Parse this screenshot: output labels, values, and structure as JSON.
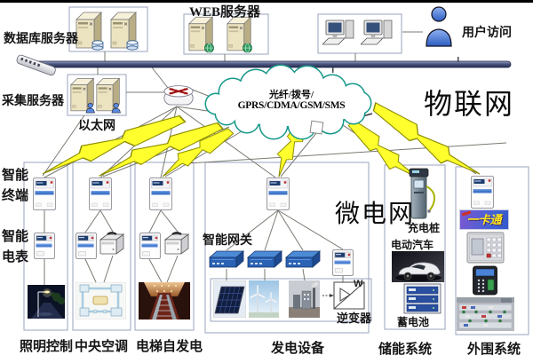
{
  "labels": {
    "db_servers": "数据库服务器",
    "web_servers": "WEB服务器",
    "user_access": "用户访问",
    "collect_servers": "采集服务器",
    "ethernet": "以太网",
    "iot": "物联网",
    "microgrid": "微电网",
    "smart_terminal": "智能终端",
    "smart_meter": "智能电表",
    "smart_gateway": "智能网关",
    "inverter": "逆变器",
    "inverter_mark": "W",
    "charging_pile": "充电桩",
    "electric_vehicle": "电动汽车",
    "battery": "蓄电池",
    "card_sign": "一卡通"
  },
  "cloud": {
    "line1": "光纤/拨号/",
    "line2": "GPRS/CDMA/GSM/SMS"
  },
  "sections": [
    {
      "label": "照明控制"
    },
    {
      "label": "中央空调"
    },
    {
      "label": "电梯自发电"
    },
    {
      "label": "发电设备"
    },
    {
      "label": "储能系统"
    },
    {
      "label": "外围系统"
    }
  ],
  "colors": {
    "cloud_border": "#16988a",
    "lightning": "#ffff2e",
    "ethernet_bus": "#3c4668",
    "gateway_blue": "#2a62b4",
    "router_arrow_red": "#a01010"
  }
}
